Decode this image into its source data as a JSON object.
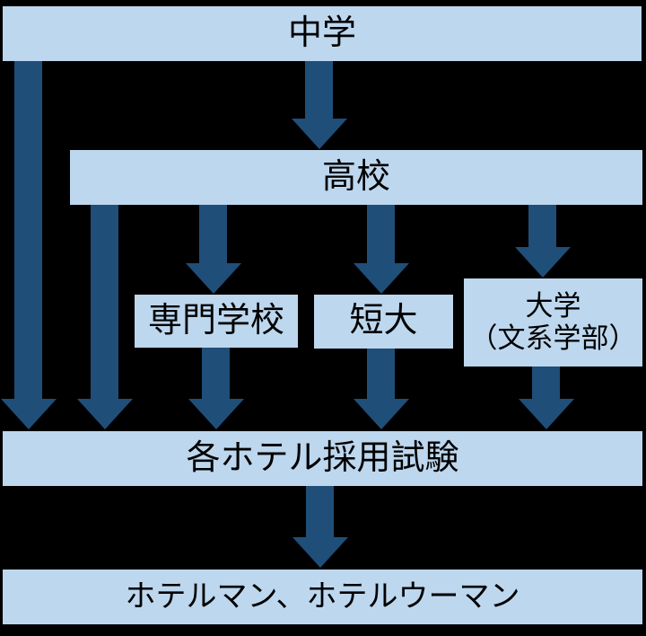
{
  "diagram": {
    "description": "Career path flowchart from school to hotel employment",
    "colors": {
      "box_fill": "#BDD7EE",
      "arrow": "#1F4E79",
      "background": "#000000",
      "text": "#000000"
    },
    "nodes": {
      "chugaku": {
        "label": "中学"
      },
      "koko": {
        "label": "高校"
      },
      "senmon": {
        "label": "専門学校"
      },
      "tandai": {
        "label": "短大"
      },
      "daigaku": {
        "line1": "大学",
        "line2": "（文系学部）"
      },
      "exam": {
        "label": "各ホテル採用試験"
      },
      "hotelman": {
        "label": "ホテルマン、ホテルウーマン"
      }
    },
    "edges": [
      {
        "from": "中学",
        "to": "高校"
      },
      {
        "from": "中学",
        "to": "各ホテル採用試験"
      },
      {
        "from": "高校",
        "to": "各ホテル採用試験"
      },
      {
        "from": "高校",
        "to": "専門学校"
      },
      {
        "from": "高校",
        "to": "短大"
      },
      {
        "from": "高校",
        "to": "大学（文系学部）"
      },
      {
        "from": "専門学校",
        "to": "各ホテル採用試験"
      },
      {
        "from": "短大",
        "to": "各ホテル採用試験"
      },
      {
        "from": "大学（文系学部）",
        "to": "各ホテル採用試験"
      },
      {
        "from": "各ホテル採用試験",
        "to": "ホテルマン、ホテルウーマン"
      }
    ]
  }
}
